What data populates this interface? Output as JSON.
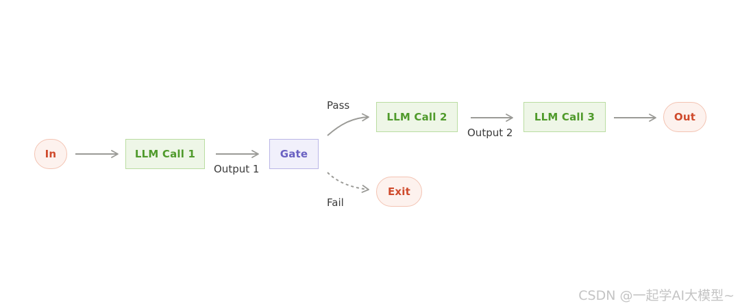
{
  "nodes": {
    "in": "In",
    "llm_call_1": "LLM Call 1",
    "gate": "Gate",
    "llm_call_2": "LLM Call 2",
    "llm_call_3": "LLM Call 3",
    "out": "Out",
    "exit": "Exit"
  },
  "edge_labels": {
    "output_1": "Output 1",
    "output_2": "Output 2",
    "pass": "Pass",
    "fail": "Fail"
  },
  "colors": {
    "terminal_fill": "#fdf2ee",
    "terminal_text": "#cf4a2c",
    "llm_fill": "#eef6e7",
    "llm_text": "#4f9a2b",
    "gate_fill": "#f1f0fb",
    "gate_text": "#6a61c2",
    "arrow": "#9a9a96"
  },
  "watermark": "CSDN @一起学AI大模型~"
}
